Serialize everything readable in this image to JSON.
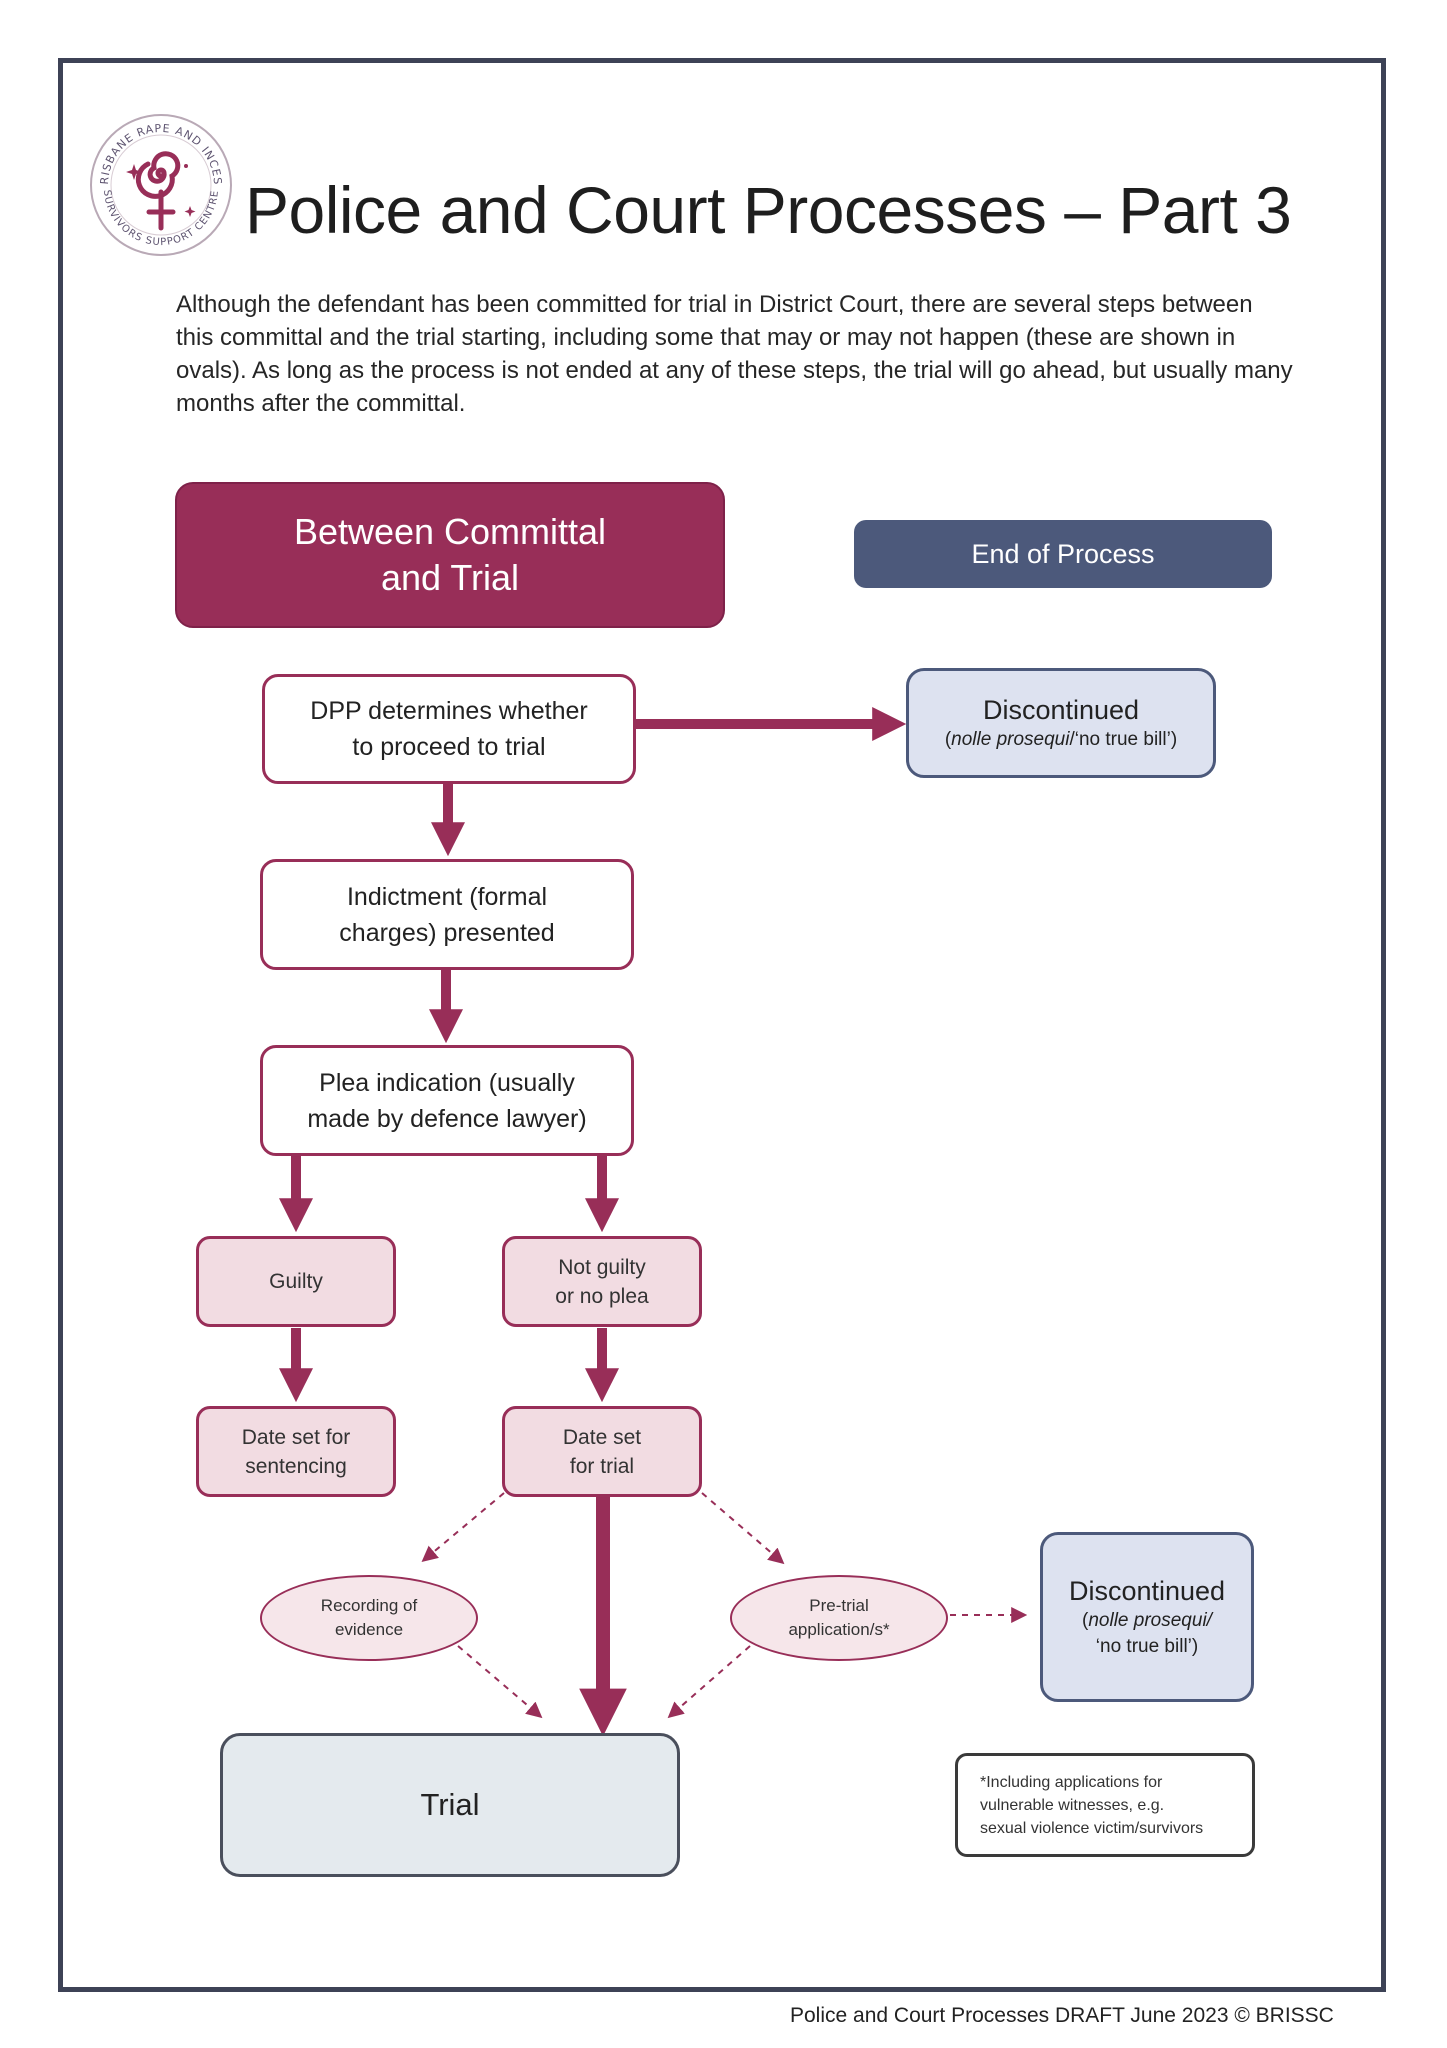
{
  "title": "Police and Court Processes – Part 3",
  "intro": "Although the defendant has been committed for trial in District Court, there are several steps between this committal and the trial starting, including some that may or may not happen (these are shown in ovals). As long as the process is not ended at any of these steps, the trial will go ahead, but usually many months after the committal.",
  "logo": {
    "text_top": "BRISBANE RAPE AND INCEST",
    "text_bottom": "SURVIVORS SUPPORT CENTRE",
    "color": "#982e58"
  },
  "headers": {
    "main_line1": "Between Committal",
    "main_line2": "and Trial",
    "end": "End of Process"
  },
  "nodes": {
    "dpp_line1": "DPP determines whether",
    "dpp_line2": "to proceed to trial",
    "indictment_line1": "Indictment (formal",
    "indictment_line2": "charges) presented",
    "plea_line1": "Plea indication (usually",
    "plea_line2": "made by defence lawyer)",
    "guilty": "Guilty",
    "not_guilty_line1": "Not guilty",
    "not_guilty_line2": "or no plea",
    "sentencing_line1": "Date set for",
    "sentencing_line2": "sentencing",
    "trial_date_line1": "Date set",
    "trial_date_line2": "for trial",
    "recording_line1": "Recording of",
    "recording_line2": "evidence",
    "pretrial_line1": "Pre-trial",
    "pretrial_line2": "application/s*",
    "trial": "Trial"
  },
  "discontinued_1": {
    "title": "Discontinued",
    "italic": "nolle prosequi",
    "rest": "/‘no true bill’)"
  },
  "discontinued_2": {
    "title": "Discontinued",
    "italic": "nolle prosequi/",
    "rest": "‘no true bill’)"
  },
  "note": {
    "line1": "*Including applications for",
    "line2": "vulnerable witnesses, e.g.",
    "line3": "sexual violence victim/survivors"
  },
  "footer": "Police and Court Processes DRAFT June 2023 © BRISSC",
  "colors": {
    "accent": "#982e58",
    "navy": "#4c597b",
    "frame": "#3d4256",
    "pink_fill": "#f2dce2",
    "disc_fill": "#dde2f0",
    "trial_fill": "#e4eaee"
  }
}
